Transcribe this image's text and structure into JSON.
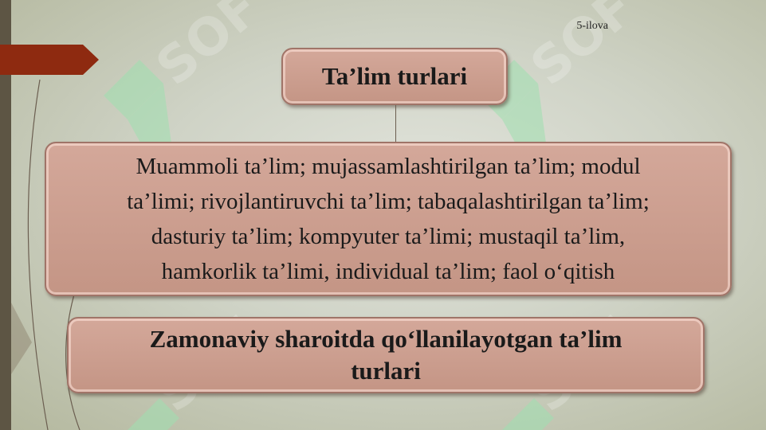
{
  "page_label": "5-ilova",
  "title_box": {
    "text": "Ta’lim turlari"
  },
  "list_box": {
    "lines": [
      "Muammoli ta’lim; mujassamlashtirilgan ta’lim; modul",
      "ta’limi; rivojlantiruvchi ta’lim; tabaqalashtirilgan ta’lim;",
      "dasturiy ta’lim; kompyuter ta’limi; mustaqil ta’lim,",
      "hamkorlik ta’limi, individual ta’lim; faol o‘qitish"
    ]
  },
  "bottom_box": {
    "lines": [
      "Zamonaviy sharoitda qo‘llanilayotgan ta’lim",
      "turlari"
    ]
  },
  "colors": {
    "box_fill": "#c99b8c",
    "box_border": "#a07468",
    "arrow_tab": "#8e2a10",
    "left_bar": "#5d5544",
    "watermark": "#9fe0b0"
  }
}
